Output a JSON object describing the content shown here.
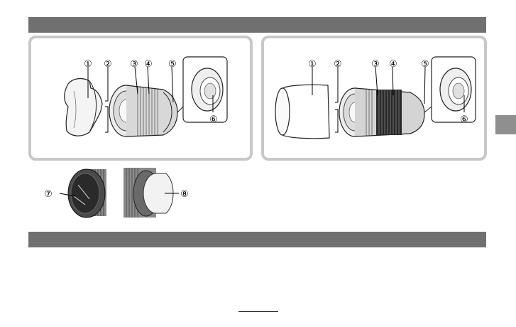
{
  "document": {
    "section_title_1": "",
    "section_title_2": "",
    "page_number": ""
  },
  "callouts": {
    "c1": "①",
    "c2": "②",
    "c3": "③",
    "c4": "④",
    "c5": "⑤",
    "c6": "⑥",
    "c7": "⑦",
    "c8": "⑧"
  },
  "colors": {
    "section_bar": "#707070",
    "panel_border": "#c8c8c8",
    "side_tab": "#8f8f8f"
  }
}
